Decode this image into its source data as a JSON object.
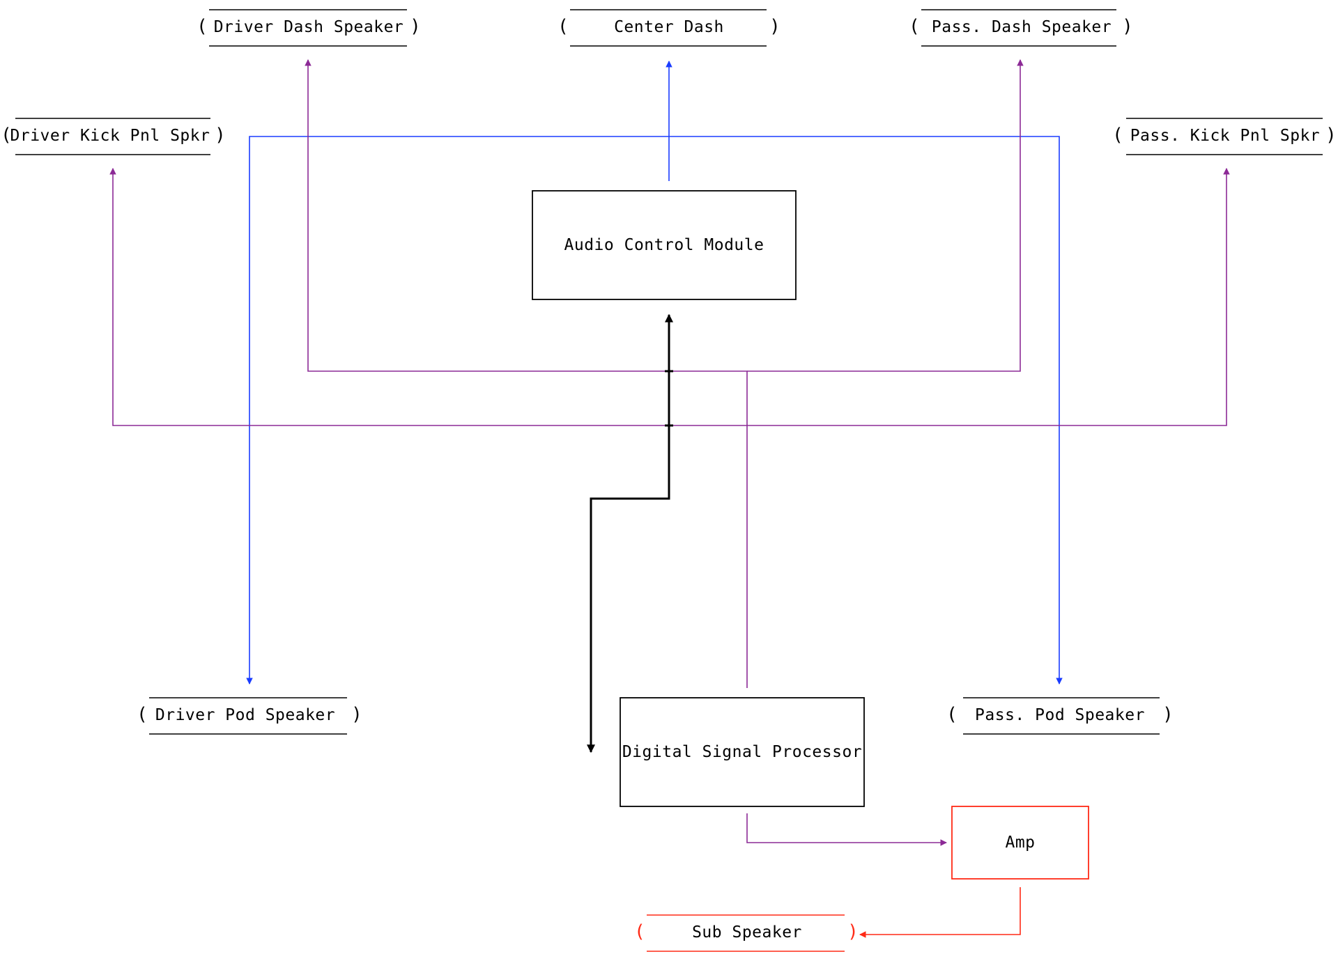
{
  "colors": {
    "blue": "#1a3cff",
    "purple": "#8c2a96",
    "black": "#000000",
    "red": "#ff2a16"
  },
  "nodes": {
    "driver_dash": {
      "label": "Driver Dash Speaker",
      "shape": "rounded",
      "color": "black"
    },
    "center_dash": {
      "label": "Center Dash",
      "shape": "rounded",
      "color": "black"
    },
    "pass_dash": {
      "label": "Pass. Dash Speaker",
      "shape": "rounded",
      "color": "black"
    },
    "driver_kick": {
      "label": "Driver Kick Pnl Spkr",
      "shape": "rounded",
      "color": "black"
    },
    "pass_kick": {
      "label": "Pass. Kick Pnl Spkr",
      "shape": "rounded",
      "color": "black"
    },
    "acm": {
      "label": "Audio Control Module",
      "shape": "box",
      "color": "black"
    },
    "driver_pod": {
      "label": "Driver Pod Speaker",
      "shape": "rounded",
      "color": "black"
    },
    "dsp": {
      "label": "Digital Signal Processor",
      "shape": "box",
      "color": "black"
    },
    "pass_pod": {
      "label": "Pass. Pod Speaker",
      "shape": "rounded",
      "color": "black"
    },
    "amp": {
      "label": "Amp",
      "shape": "box",
      "color": "red"
    },
    "sub": {
      "label": "Sub Speaker",
      "shape": "rounded",
      "color": "red"
    }
  },
  "edges": [
    {
      "from": "acm",
      "to": "center_dash",
      "color": "blue"
    },
    {
      "from": "acm",
      "to": "driver_pod",
      "color": "blue"
    },
    {
      "from": "acm",
      "to": "pass_pod",
      "color": "blue"
    },
    {
      "from": "dsp",
      "to": "driver_dash",
      "color": "purple"
    },
    {
      "from": "dsp",
      "to": "pass_dash",
      "color": "purple"
    },
    {
      "from": "dsp",
      "to": "driver_kick",
      "color": "purple"
    },
    {
      "from": "dsp",
      "to": "pass_kick",
      "color": "purple"
    },
    {
      "from": "dsp",
      "to": "acm",
      "color": "black"
    },
    {
      "from": "acm",
      "to": "dsp",
      "color": "black"
    },
    {
      "from": "dsp",
      "to": "amp",
      "color": "purple"
    },
    {
      "from": "amp",
      "to": "sub",
      "color": "red"
    }
  ]
}
